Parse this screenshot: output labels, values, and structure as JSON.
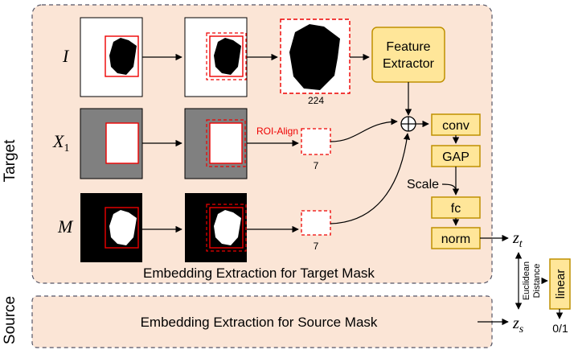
{
  "side_labels": {
    "target": "Target",
    "source": "Source"
  },
  "rows": {
    "image": {
      "label": "I"
    },
    "x1": {
      "label": "X",
      "sub": "1"
    },
    "mask": {
      "label": "M"
    }
  },
  "annotations": {
    "size_224": "224",
    "size_7a": "7",
    "size_7b": "7",
    "roi_align": "ROI-Align",
    "scale": "Scale",
    "euclidean": "Euclidean",
    "distance": "Distance"
  },
  "blocks": {
    "feature_extractor_line1": "Feature",
    "feature_extractor_line2": "Extractor",
    "conv": "conv",
    "gap": "GAP",
    "fc": "fc",
    "norm": "norm",
    "linear": "linear"
  },
  "panels": {
    "target_caption": "Embedding Extraction for Target Mask",
    "source_caption": "Embedding Extraction for Source Mask"
  },
  "outputs": {
    "zt": "z",
    "zt_sub": "t",
    "zs": "z",
    "zs_sub": "s",
    "result": "0/1"
  },
  "colors": {
    "panel_fill": "#fbe5d6",
    "block_fill": "#ffe699",
    "block_stroke": "#bf9000",
    "roi_red": "#ff0000",
    "gray_input": "#808080"
  }
}
